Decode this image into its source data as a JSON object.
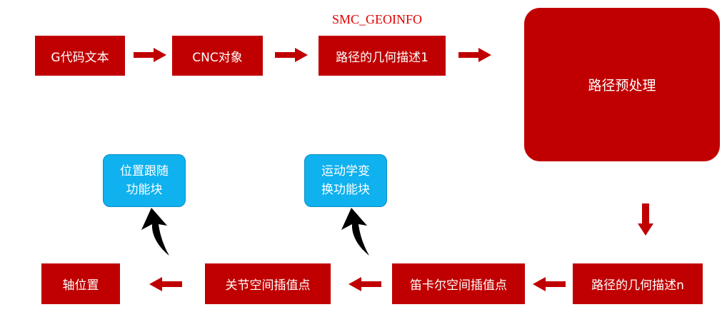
{
  "annotation": "SMC_GEOINFO",
  "nodes": {
    "gcode": "G代码文本",
    "cnc": "CNC对象",
    "path1": "路径的几何描述1",
    "preprocess": "路径预处理",
    "pathn": "路径的几何描述n",
    "cartesian": "笛卡尔空间插值点",
    "joint": "关节空间插值点",
    "axis": "轴位置"
  },
  "function_blocks": {
    "position_tracking": {
      "line1": "位置跟随",
      "line2": "功能块"
    },
    "kinematics": {
      "line1": "运动学变",
      "line2": "换功能块"
    }
  },
  "colors": {
    "process_box": "#c00000",
    "function_block": "#0fb1ef",
    "arrow": "#c00000",
    "curved_arrow": "#000000",
    "annotation_text": "#e00000"
  }
}
